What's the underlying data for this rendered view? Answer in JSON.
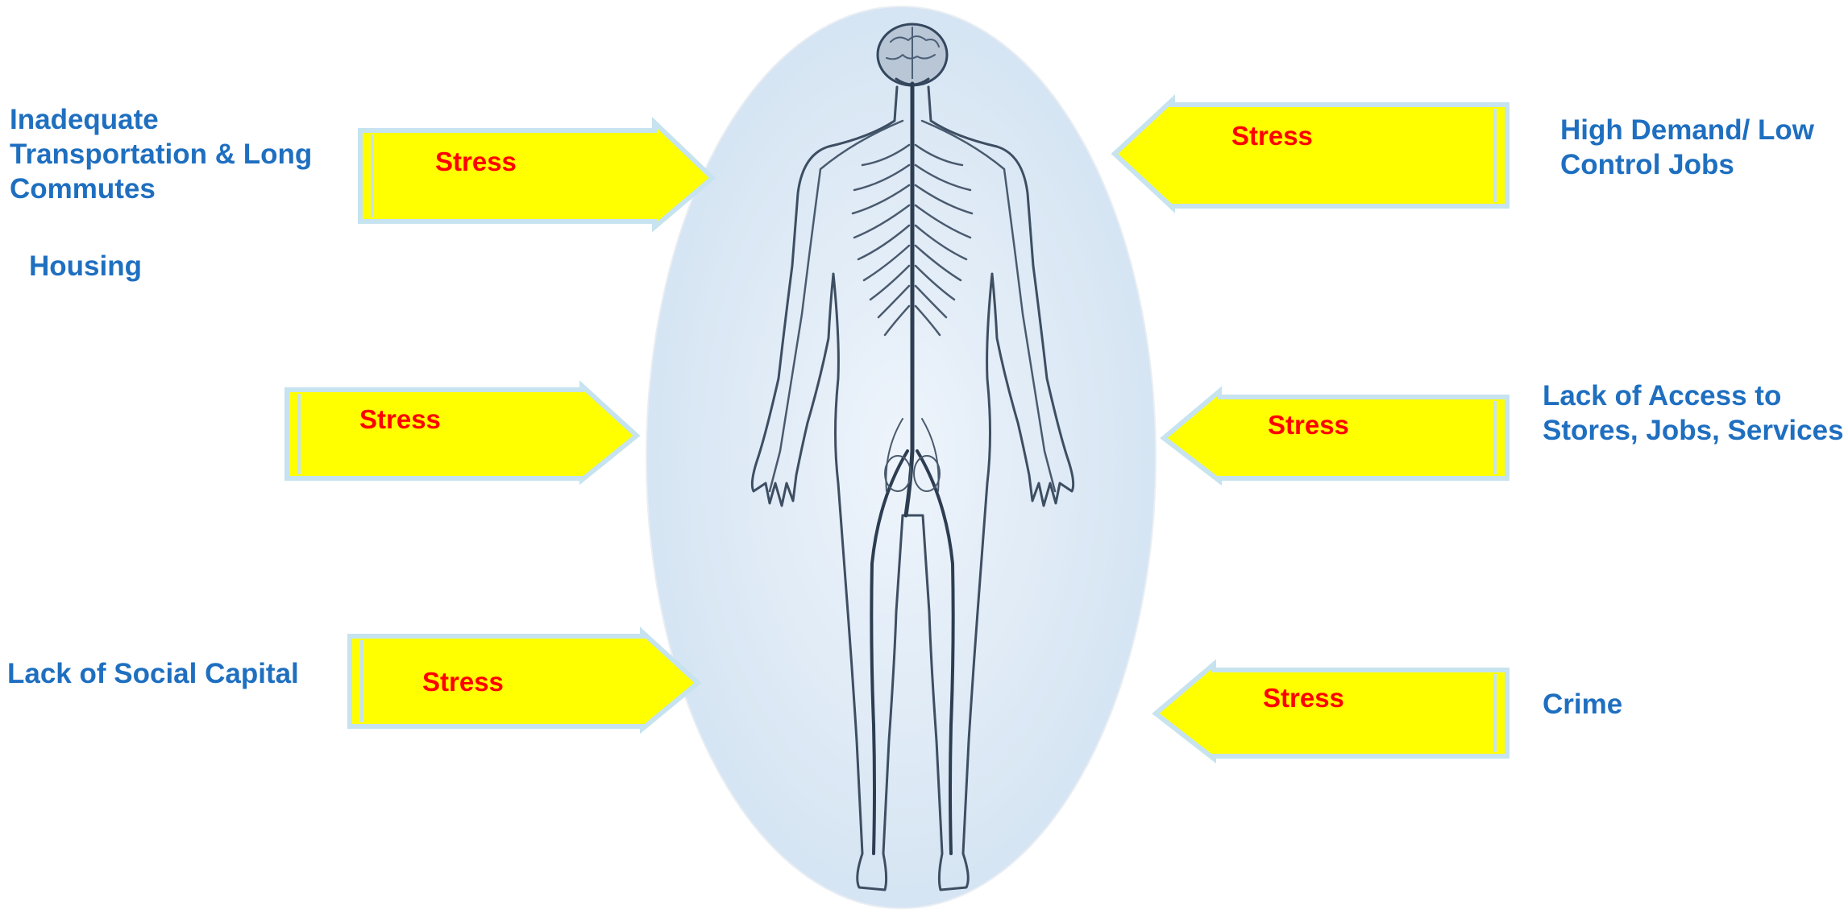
{
  "factors": {
    "transportation": "Inadequate\nTransportation & Long\nCommutes",
    "housing": "Housing",
    "social_capital": "Lack of Social Capital",
    "high_demand": "High Demand/ Low\nControl Jobs",
    "lack_of_access": "Lack of Access to\nStores, Jobs, Services",
    "crime": "Crime"
  },
  "arrows": {
    "left_top": "Stress",
    "left_middle": "Stress",
    "left_bottom": "Stress",
    "right_top": "Stress",
    "right_middle": "Stress",
    "right_bottom": "Stress"
  },
  "colors": {
    "factor_text": "#1f6fc0",
    "arrow_fill": "#ffff00",
    "arrow_border": "#c6e3ef",
    "arrow_text": "#ff0000",
    "oval_fill": "#dde9f5",
    "nerve_stroke": "#4a5a6e"
  },
  "icons": {
    "body": "nervous-system-figure-icon",
    "brain": "brain-icon"
  }
}
